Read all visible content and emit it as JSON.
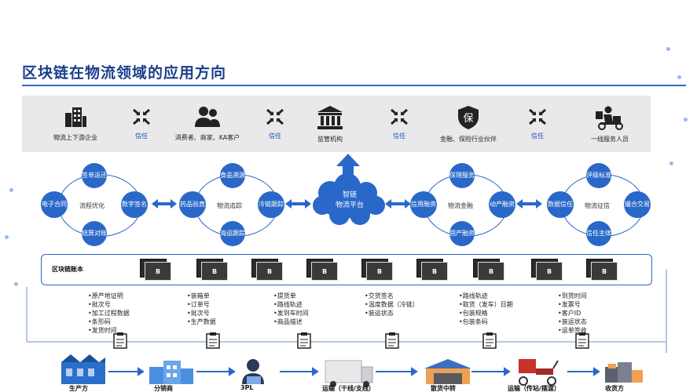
{
  "title": "区块链在物流领域的应用方向",
  "trust_label": "信任",
  "top_items": [
    {
      "label": "物流上下游企业",
      "icon": "buildings-icon"
    },
    {
      "label": "消费者、商家、KA客户",
      "icon": "people-icon"
    },
    {
      "label": "监管机构",
      "icon": "institution-icon"
    },
    {
      "label": "金融、保险行业伙伴",
      "icon": "shield-icon",
      "glyph": "保"
    },
    {
      "label": "一线服务人员",
      "icon": "courier-icon"
    }
  ],
  "clusters": [
    {
      "center": "流程优化",
      "left": "电子合同",
      "top": "签单返还",
      "right": "数字签名",
      "bottom": "结算对账"
    },
    {
      "center": "物流追踪",
      "left": "药品验真",
      "top": "食品溯源",
      "right": "冷链跟踪",
      "bottom": "海运跟踪"
    },
    {
      "center": "物流金融",
      "left": "信用融资",
      "top": "保理服务",
      "right": "动产融资",
      "bottom": "固产融资"
    },
    {
      "center": "物流征信",
      "left": "数据信任",
      "top": "评级标准",
      "right": "撮合交易",
      "bottom": "信任主体"
    }
  ],
  "platform": {
    "line1": "智链",
    "line2": "物流平台"
  },
  "ledger": {
    "label": "区块链账本",
    "block": "B"
  },
  "lists": [
    [
      "原产地证明",
      "批次号",
      "加工过程数据",
      "条形码",
      "发货时间"
    ],
    [
      "装箱单",
      "订单号",
      "批次号",
      "生产数据"
    ],
    [
      "提货单",
      "路线轨迹",
      "发到车时间",
      "商品描述"
    ],
    [
      "交货签名",
      "温度数据（冷链）",
      "装运状态"
    ],
    [
      "路线轨迹",
      "取货（发车）日期",
      "包装规格",
      "包装条码"
    ],
    [
      "到货时间",
      "发票号",
      "客户ID",
      "装运状态",
      "运单签收"
    ]
  ],
  "stages": [
    "生产方",
    "分销商",
    "3PL",
    "运输（干线/支线）",
    "散货中转",
    "运输（传站/摆渡）",
    "收货方"
  ],
  "colors": {
    "primary": "#2968c8",
    "title": "#1b3f8c",
    "band": "#e9e9ec"
  }
}
